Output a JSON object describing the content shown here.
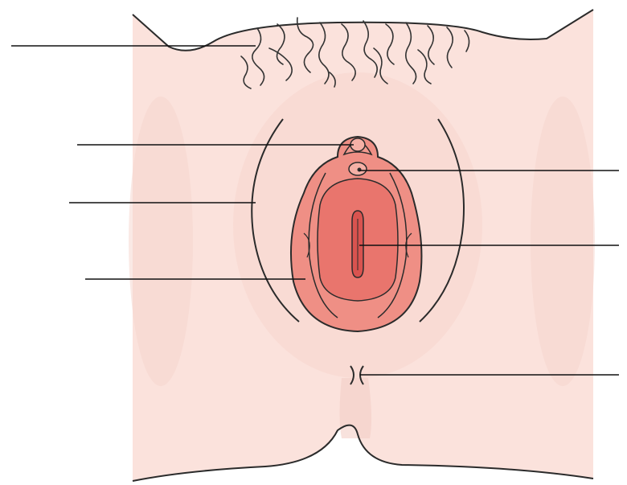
{
  "diagram": {
    "colors": {
      "background": "#ffffff",
      "skin": "#fbe2dc",
      "skin_shade": "#f6d3cb",
      "outline": "#2b2b2b",
      "outer_tissue": "#ef8f85",
      "inner_tissue": "#e9756d",
      "opening": "#d9534f",
      "label_line": "#111111",
      "hair": "#333333"
    },
    "pointer_lines": [
      {
        "id": "line-left-1"
      },
      {
        "id": "line-left-2"
      },
      {
        "id": "line-left-3"
      },
      {
        "id": "line-left-4"
      },
      {
        "id": "line-right-1"
      },
      {
        "id": "line-right-2"
      },
      {
        "id": "line-right-3"
      }
    ]
  }
}
